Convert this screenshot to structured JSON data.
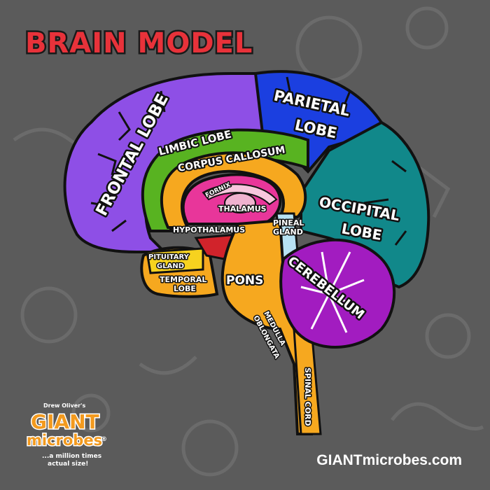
{
  "title": "BRAIN MODEL",
  "labels": {
    "frontal_lobe": "FRONTAL LOBE",
    "parietal_lobe_1": "PARIETAL",
    "parietal_lobe_2": "LOBE",
    "limbic_lobe": "LIMBIC LOBE",
    "corpus_callosum": "CORPUS CALLOSUM",
    "fornix": "FORNIX",
    "thalamus": "THALAMUS",
    "occipital_lobe_1": "OCCIPITAL",
    "occipital_lobe_2": "LOBE",
    "hypothalamus": "HYPOTHALAMUS",
    "pineal_gland_1": "PINEAL",
    "pineal_gland_2": "GLAND",
    "pituitary_gland_1": "PITUITARY",
    "pituitary_gland_2": "GLAND",
    "temporal_lobe_1": "TEMPORAL",
    "temporal_lobe_2": "LOBE",
    "pons": "PONS",
    "cerebellum": "CEREBELLUM",
    "medulla_oblongata_1": "MEDULLA",
    "medulla_oblongata_2": "OBLONGATA",
    "spinal_cord": "SPINAL CORD"
  },
  "logo": {
    "byline": "Drew Oliver's",
    "line1": "GIANT",
    "line2": "microbes",
    "mark": "®",
    "tagline1": "...a million times",
    "tagline2": "actual size!"
  },
  "website": "GIANTmicrobes.com",
  "colors": {
    "background": "#5b5b5b",
    "frontal_lobe": "#8e4fe6",
    "parietal_lobe": "#1b3fe0",
    "occipital_lobe": "#11888a",
    "limbic_lobe": "#58b321",
    "corpus_callosum": "#f6a81f",
    "thalamus": "#e8369a",
    "pons": "#f6a81f",
    "cerebellum": "#a21cc0",
    "temporal_lobe": "#f6a81f",
    "pituitary_gland": "#f6d21f",
    "hypothalamus": "#d1232b",
    "pineal_gland": "#b7e2f3",
    "title": "#e8323a"
  }
}
